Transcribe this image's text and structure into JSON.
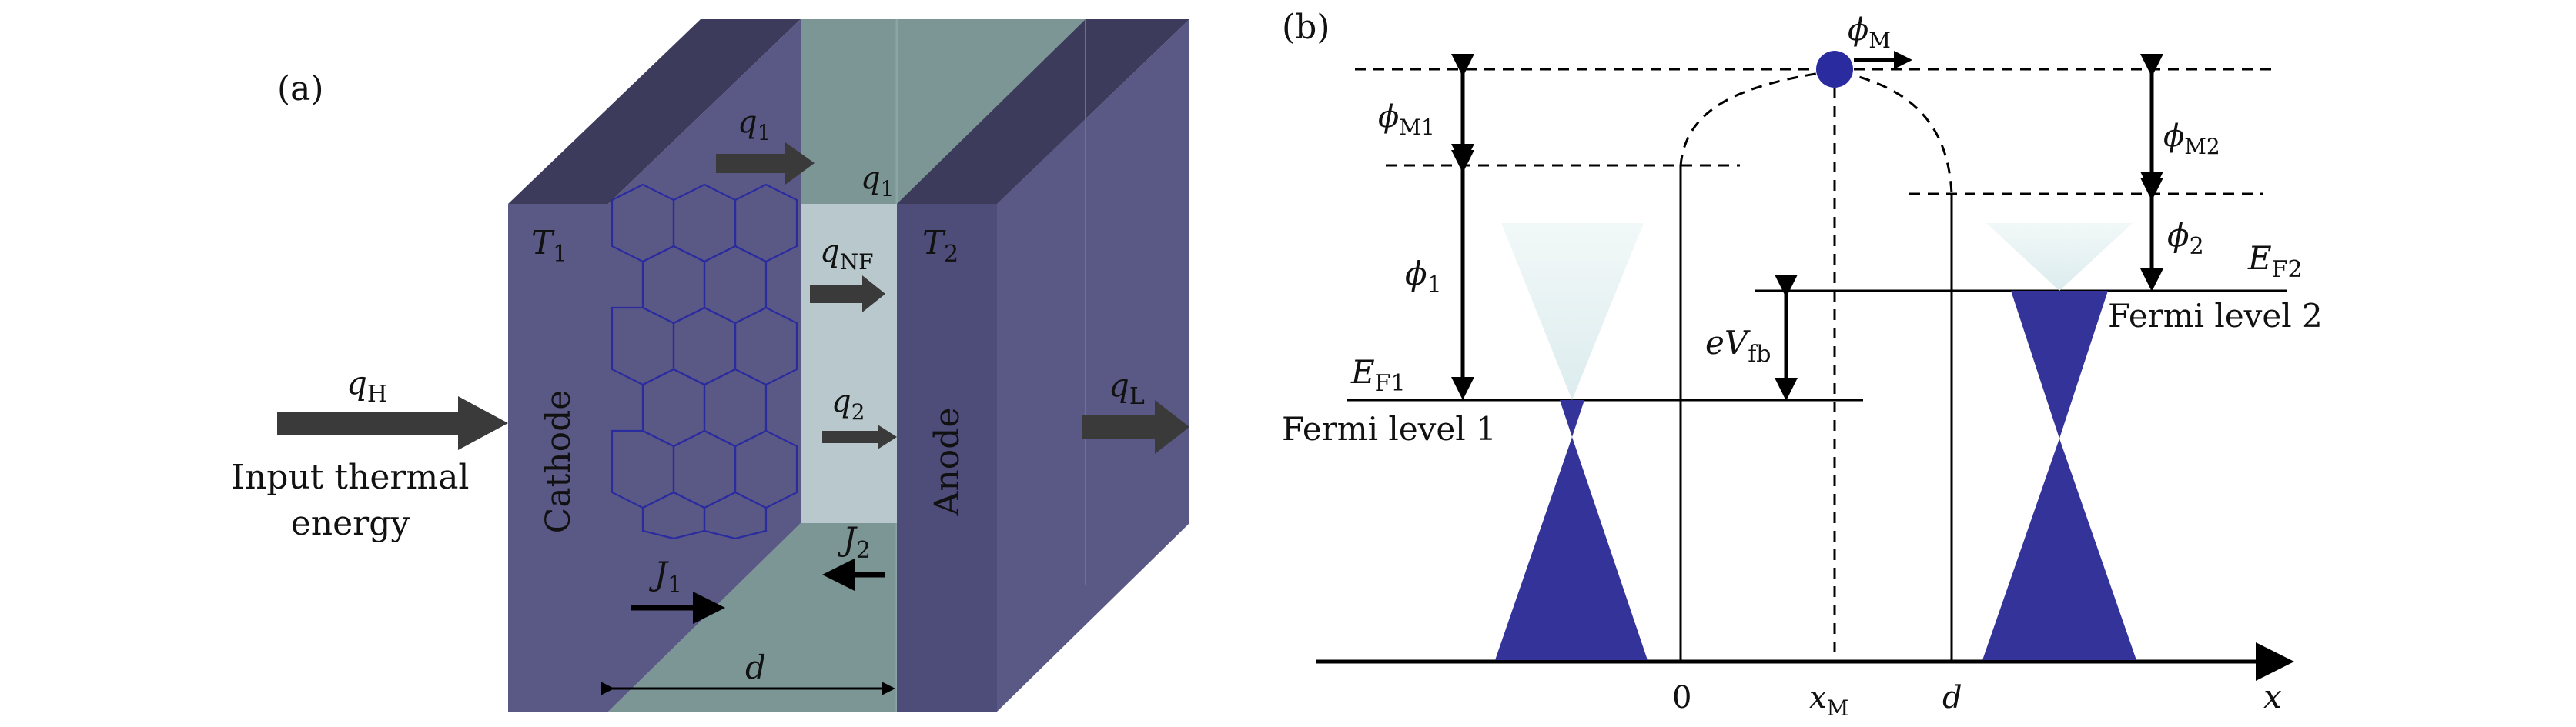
{
  "panel_a": {
    "label": "(a)",
    "T1": "T",
    "T1_sub": "1",
    "T2": "T",
    "T2_sub": "2",
    "cathode": "Cathode",
    "anode": "Anode",
    "qH": "q",
    "qH_sub": "H",
    "input_line1": "Input thermal",
    "input_line2": "energy",
    "q1_top": "q",
    "q1_top_sub": "1",
    "q1_gap": "q",
    "q1_gap_sub": "1",
    "qNF": "q",
    "qNF_sub": "NF",
    "q2": "q",
    "q2_sub": "2",
    "qL": "q",
    "qL_sub": "L",
    "J1": "J",
    "J1_sub": "1",
    "J2": "J",
    "J2_sub": "2",
    "d": "d"
  },
  "panel_b": {
    "label": "(b)",
    "phiM": "ϕ",
    "phiM_sub": "M",
    "phiM1": "ϕ",
    "phiM1_sub": "M1",
    "phiM2": "ϕ",
    "phiM2_sub": "M2",
    "phi1": "ϕ",
    "phi1_sub": "1",
    "phi2": "ϕ",
    "phi2_sub": "2",
    "EF1": "E",
    "EF1_sub": "F1",
    "EF2": "E",
    "EF2_sub": "F2",
    "fermi1": "Fermi level 1",
    "fermi2": "Fermi level 2",
    "eVfb_e": "eV",
    "eVfb_sub": "fb",
    "x0": "0",
    "xM": "x",
    "xM_sub": "M",
    "xd": "d",
    "x_axis": "x"
  },
  "colors": {
    "electrode": "#5a5885",
    "electrode_dark": "#3d3b5c",
    "gap": "#7c9696",
    "gap_light": "#b8c8cc",
    "graphene": "#2b2ba0",
    "arrow": "#3a3a3a",
    "cone": "#33339a"
  }
}
